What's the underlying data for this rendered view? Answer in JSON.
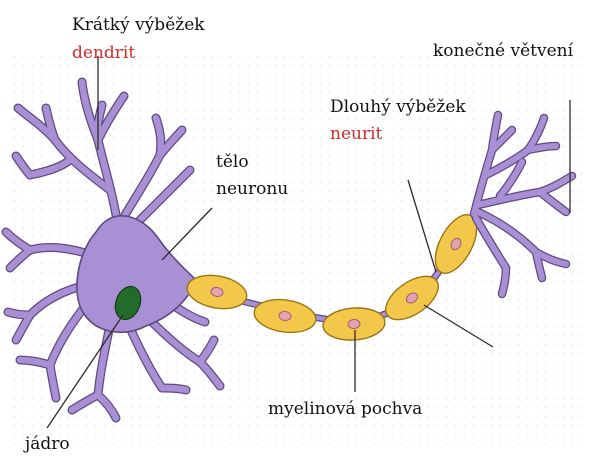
{
  "colors": {
    "neuron_fill": "#a98fd4",
    "neuron_edge": "#5e4a83",
    "myelin_fill": "#f3c84a",
    "myelin_edge": "#9b7516",
    "node_fill": "#e4a3b2",
    "nucleus_fill": "#236b2b",
    "accent_red": "#d62a2a"
  },
  "labels": {
    "short_process": "Krátký výběžek",
    "dendrite": "dendrit",
    "cell_body_line1": "tělo",
    "cell_body_line2": "neuronu",
    "long_process": "Dlouhý výběžek",
    "neurite": "neurit",
    "terminal_branching": "konečné větvení",
    "myelin_sheath": "myelinová pochva",
    "nucleus": "jádro"
  }
}
